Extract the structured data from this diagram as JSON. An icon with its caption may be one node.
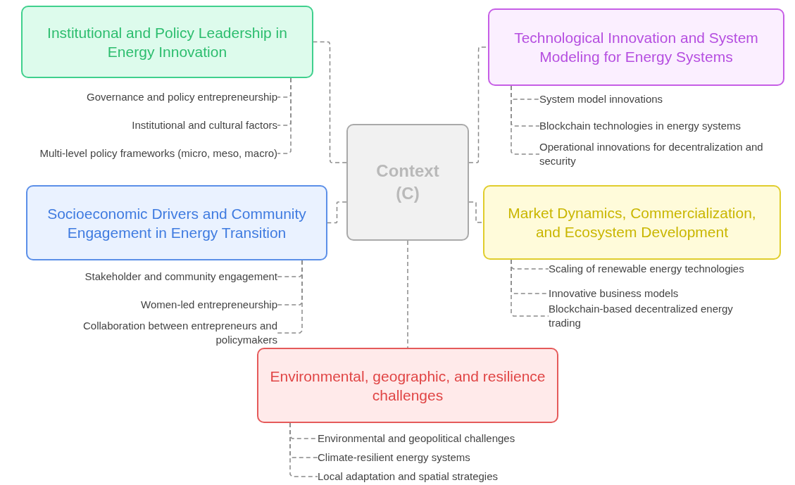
{
  "diagram": {
    "nodes": [
      {
        "text": [
          "Institutional and Policy Leadership in Energy Innovation"
        ]
      },
      {
        "text": [
          "Governance and policy entrepreneurship"
        ]
      },
      {
        "text": [
          "Institutional and cultural factors"
        ]
      },
      {
        "text": [
          "Multi-level policy frameworks (micro, meso, macro)"
        ]
      },
      {
        "text": [
          "Technological Innovation and System Modeling for Energy Systems"
        ]
      },
      {
        "text": [
          "System model innovations"
        ]
      },
      {
        "text": [
          "Blockchain technologies in energy systems"
        ]
      },
      {
        "text": [
          "Operational innovations for decentralization and security"
        ]
      },
      {
        "text": [
          "Context (C)"
        ]
      },
      {
        "text": [
          "Socioeconomic Drivers and Community Engagement in Energy Transition"
        ]
      },
      {
        "text": [
          "Stakeholder and community engagement"
        ]
      },
      {
        "text": [
          "Women-led entrepreneurship"
        ]
      },
      {
        "text": [
          "Collaboration between entrepreneurs and policymakers"
        ]
      },
      {
        "text": [
          "Market Dynamics, Commercialization, and Ecosystem Development"
        ]
      },
      {
        "text": [
          "Scaling of renewable energy technologies"
        ]
      },
      {
        "text": [
          "Innovative business models"
        ]
      },
      {
        "text": [
          "Blockchain-based decentralized energy trading"
        ]
      },
      {
        "text": [
          "Environmental, geographic, and resilience challenges"
        ]
      },
      {
        "text": [
          "Environmental and geopolitical challenges"
        ]
      },
      {
        "text": [
          "Climate-resilient energy systems"
        ]
      },
      {
        "text": [
          "Local adaptation and spatial strategies"
        ]
      }
    ],
    "edges": [
      {
        "from": 8,
        "to": 0,
        "arrow": "none"
      },
      {
        "from": 8,
        "to": 4,
        "arrow": "none"
      },
      {
        "from": 8,
        "to": 9,
        "arrow": "none"
      },
      {
        "from": 8,
        "to": 13,
        "arrow": "none"
      },
      {
        "from": 8,
        "to": 17,
        "arrow": "none"
      },
      {
        "from": 0,
        "to": 1,
        "arrow": "none"
      },
      {
        "from": 0,
        "to": 2,
        "arrow": "none"
      },
      {
        "from": 0,
        "to": 3,
        "arrow": "none"
      },
      {
        "from": 4,
        "to": 5,
        "arrow": "none"
      },
      {
        "from": 4,
        "to": 6,
        "arrow": "none"
      },
      {
        "from": 4,
        "to": 7,
        "arrow": "none"
      },
      {
        "from": 9,
        "to": 10,
        "arrow": "none"
      },
      {
        "from": 9,
        "to": 11,
        "arrow": "none"
      },
      {
        "from": 9,
        "to": 12,
        "arrow": "none"
      },
      {
        "from": 13,
        "to": 14,
        "arrow": "none"
      },
      {
        "from": 13,
        "to": 15,
        "arrow": "none"
      },
      {
        "from": 13,
        "to": 16,
        "arrow": "none"
      },
      {
        "from": 17,
        "to": 18,
        "arrow": "none"
      },
      {
        "from": 17,
        "to": 19,
        "arrow": "none"
      },
      {
        "from": 17,
        "to": 20,
        "arrow": "none"
      }
    ]
  }
}
